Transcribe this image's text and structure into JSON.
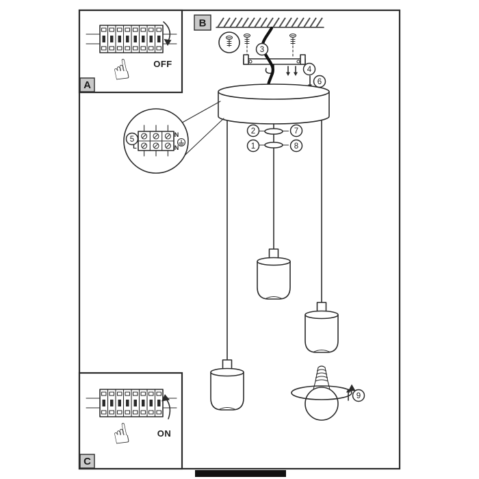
{
  "document": {
    "background_color": "#ffffff",
    "line_color": "#2a2a2a",
    "label_box_color": "#c9c9c9",
    "footer_bar_color": "#111111"
  },
  "panels": {
    "a": {
      "label": "A",
      "state_text": "OFF"
    },
    "b": {
      "label": "B"
    },
    "c": {
      "label": "C",
      "state_text": "ON"
    }
  },
  "callouts": {
    "n1": "1",
    "n2": "2",
    "n3": "3",
    "n4": "4",
    "n5": "5",
    "n6": "6",
    "n7": "7",
    "n8": "8",
    "n9": "9"
  },
  "terminal_block": {
    "row1_left": "L",
    "row1_right": "N",
    "row2_left": "L",
    "row2_right": "N"
  },
  "icons": {
    "pointing_hand": "☝"
  }
}
